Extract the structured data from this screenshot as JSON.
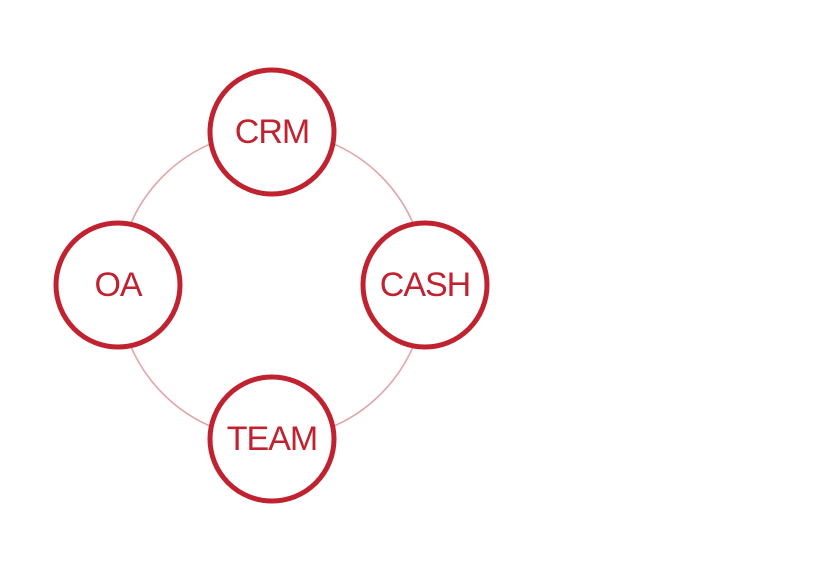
{
  "colors": {
    "accent": "#c0222f",
    "ring": "#e3a3a7",
    "fill": "#ffffff"
  },
  "nodes": {
    "top": {
      "label": "CRM"
    },
    "right": {
      "label": "CASH"
    },
    "bottom": {
      "label": "TEAM"
    },
    "left": {
      "label": "OA"
    }
  }
}
